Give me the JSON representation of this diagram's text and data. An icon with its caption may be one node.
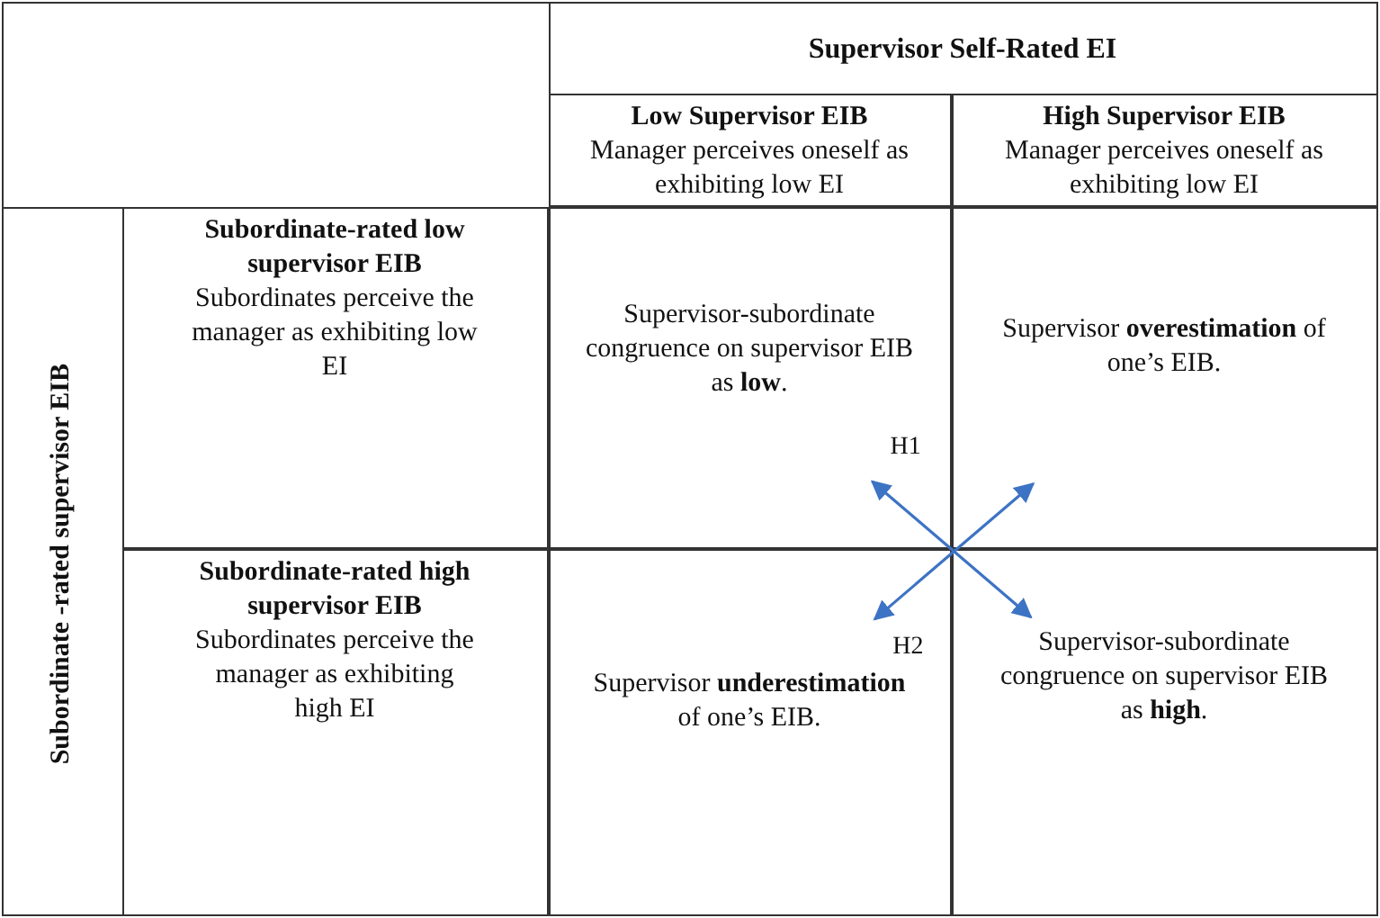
{
  "diagram": {
    "nodes": [
      {
        "text": [
          "Supervisor Self-Rated EI"
        ]
      },
      {
        "text": [
          "Low Supervisor EIB",
          "Manager perceives oneself as exhibiting low EI"
        ]
      },
      {
        "text": [
          "High Supervisor EIB",
          "Manager perceives oneself as exhibiting low EI"
        ]
      },
      {
        "text": [
          "Subordinate -rated supervisor EIB"
        ]
      },
      {
        "text": [
          "Subordinate-rated low supervisor EIB",
          "Subordinates perceive the manager as exhibiting low EI"
        ]
      },
      {
        "text": [
          "Supervisor-subordinate congruence on supervisor EIB as **low**."
        ]
      },
      {
        "text": [
          "Supervisor **overestimation** of one’s EIB."
        ]
      },
      {
        "text": [
          "Subordinate-rated high supervisor EIB",
          "Subordinates perceive the manager as exhibiting high EI"
        ]
      },
      {
        "text": [
          "Supervisor **underestimation** of one’s EIB."
        ]
      },
      {
        "text": [
          "Supervisor-subordinate congruence on supervisor EIB as **high**."
        ]
      }
    ],
    "edges": [
      {
        "from": 5,
        "to": 9,
        "arrow": "both",
        "label": "H1"
      },
      {
        "from": 8,
        "to": 6,
        "arrow": "both",
        "label": "H2"
      }
    ]
  }
}
